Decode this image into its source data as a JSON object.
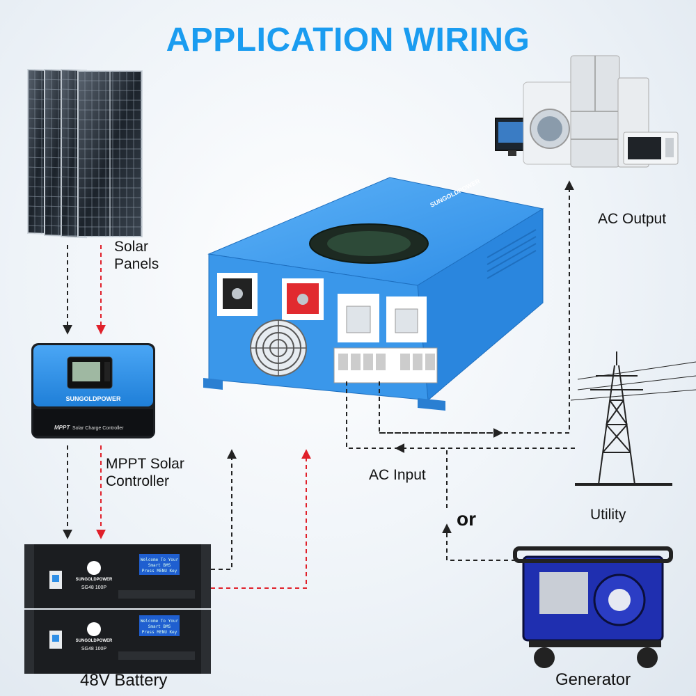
{
  "title": "APPLICATION WIRING",
  "labels": {
    "solar_panels_line1": "Solar",
    "solar_panels_line2": "Panels",
    "mppt_line1": "MPPT Solar",
    "mppt_line2": "Controller",
    "battery": "48V Battery",
    "ac_output": "AC Output",
    "ac_input": "AC Input",
    "or": "or",
    "utility": "Utility",
    "generator": "Generator"
  },
  "devices": {
    "controller_brand": "SUNGOLDPOWER",
    "controller_footer_brand": "MPPT",
    "controller_footer_text": "Solar Charge Controller",
    "battery_brand": "SUNGOLDPOWER",
    "battery_model": "SG48 100P",
    "battery_lcd_line1": "Welcome To Your",
    "battery_lcd_line2": "Smart BMS",
    "battery_lcd_line3": "Press MENU Key",
    "inverter_brand": "SUNGOLDPOWER"
  },
  "colors": {
    "accent": "#1a9cf0",
    "dc_negative_wire": "#222222",
    "dc_positive_wire": "#e0202a",
    "ac_wire": "#222222",
    "device_blue": "#2f8fe6"
  }
}
